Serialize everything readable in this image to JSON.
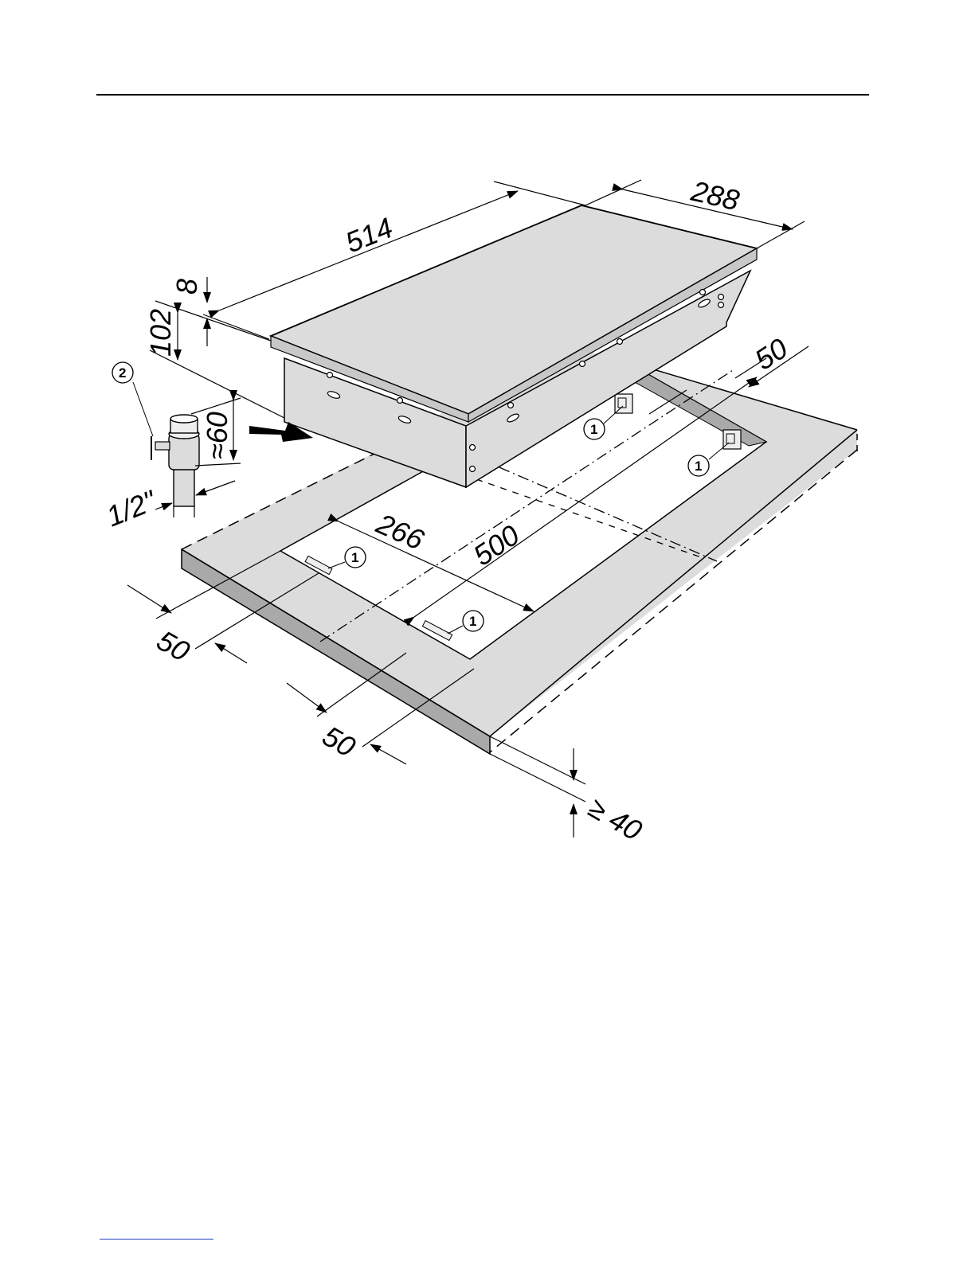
{
  "dimensions": {
    "d514": "514",
    "d288": "288",
    "d8": "8",
    "d102": "102",
    "d60": "≈60",
    "d_half_inch": "1/2\"",
    "d50_right": "50",
    "d266": "266",
    "d500": "500",
    "d50_left": "50",
    "d50_front": "50",
    "d40": "≥ 40"
  },
  "callouts": {
    "clamp": "1",
    "gas_valve": "2"
  },
  "colors": {
    "surface": "#dcdcdc",
    "edge": "#a9a9a9",
    "line": "#000000",
    "footer_link": "#1f3fbf"
  }
}
